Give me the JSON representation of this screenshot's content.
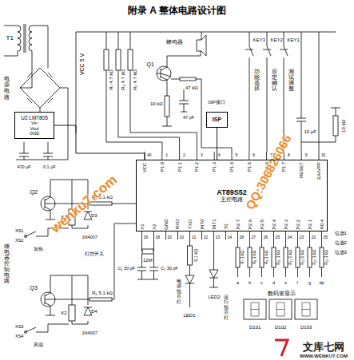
{
  "diagram": {
    "title": "附录 A 整体电路设计图",
    "nodes": [
      {
        "text": [
          "AT89S52",
          "主控电路"
        ]
      },
      {
        "text": [
          "ISP"
        ]
      },
      {
        "text": [
          "U2 LM7805",
          "Vin",
          "Vout",
          "GND"
        ]
      }
    ],
    "edges": [
      {
        "from": 1,
        "to": 0,
        "arrow": "none"
      },
      {
        "from": 2,
        "to": 0,
        "arrow": "none"
      }
    ],
    "labels": [
      "VCC",
      "P1.0",
      "P1.1",
      "P1.2",
      "P1.3",
      "P1.4",
      "P1.5",
      "P1.6",
      "P1.7",
      "RESET",
      "EA/VPP",
      "40",
      "1",
      "2",
      "3",
      "4",
      "5",
      "6",
      "7",
      "8",
      "9",
      "31",
      "X1",
      "X2",
      "GND",
      "RXD",
      "TXD",
      "INT0",
      "INT1",
      "T0",
      "P2.7",
      "P2.6",
      "P2.5",
      "P2.4",
      "P2.3",
      "P2.2",
      "P2.1",
      "P0.4",
      "19",
      "18",
      "20",
      "10",
      "11",
      "12",
      "13",
      "14",
      "28",
      "27",
      "26",
      "25",
      "24",
      "23",
      "22",
      "35",
      "T1",
      "电源电路",
      "VCC 5 V",
      "R₁ 4.7 kΩ",
      "R₂ 4.7 kΩ",
      "R₃ 4.7 kΩ",
      "470 μF",
      "0.1 μF",
      "Q1",
      "蜂鸣器",
      "47 kΩ",
      "10 kΩ",
      "47 pF",
      "KEY3",
      "KEY2",
      "KEY1",
      "功能选择",
      "设定确认",
      "测试调整",
      "ISP接口",
      "10 μF",
      "10 kΩ",
      "R₅ 5.1 kΩ",
      "R₆ 5.1 kΩ",
      "Q2",
      "Q3",
      "D3",
      "1N4007",
      "D4",
      "1N4007",
      "K1",
      "K2",
      "XS1",
      "XS2",
      "XS3",
      "XS4",
      "加热",
      "风扇",
      "灯控开关",
      "继电器控制电路",
      "12M",
      "C₁ 30 pF",
      "C₂ 30 pF",
      "5.1 kΩ",
      "LED1",
      "LED2",
      "电源指示灯",
      "运行指示灯",
      "R₇ 1 kΩ",
      "R₈ 1 kΩ",
      "R₉ 1 kΩ",
      "R₁₀ 1 kΩ",
      "R₁₁ 1 kΩ",
      "R₁₂ 1 kΩ",
      "R₁₃ 1 kΩ",
      "R₁₄ 1 kΩ",
      "a",
      "b",
      "c",
      "d",
      "e",
      "f",
      "g",
      "dp",
      "数码管显示",
      "D101",
      "D102",
      "D103",
      "位选1",
      "位选2",
      "位选3",
      "wenku7.com",
      "QQ:306826066",
      "文库七网",
      "WWW.WENKU7.COM"
    ]
  }
}
